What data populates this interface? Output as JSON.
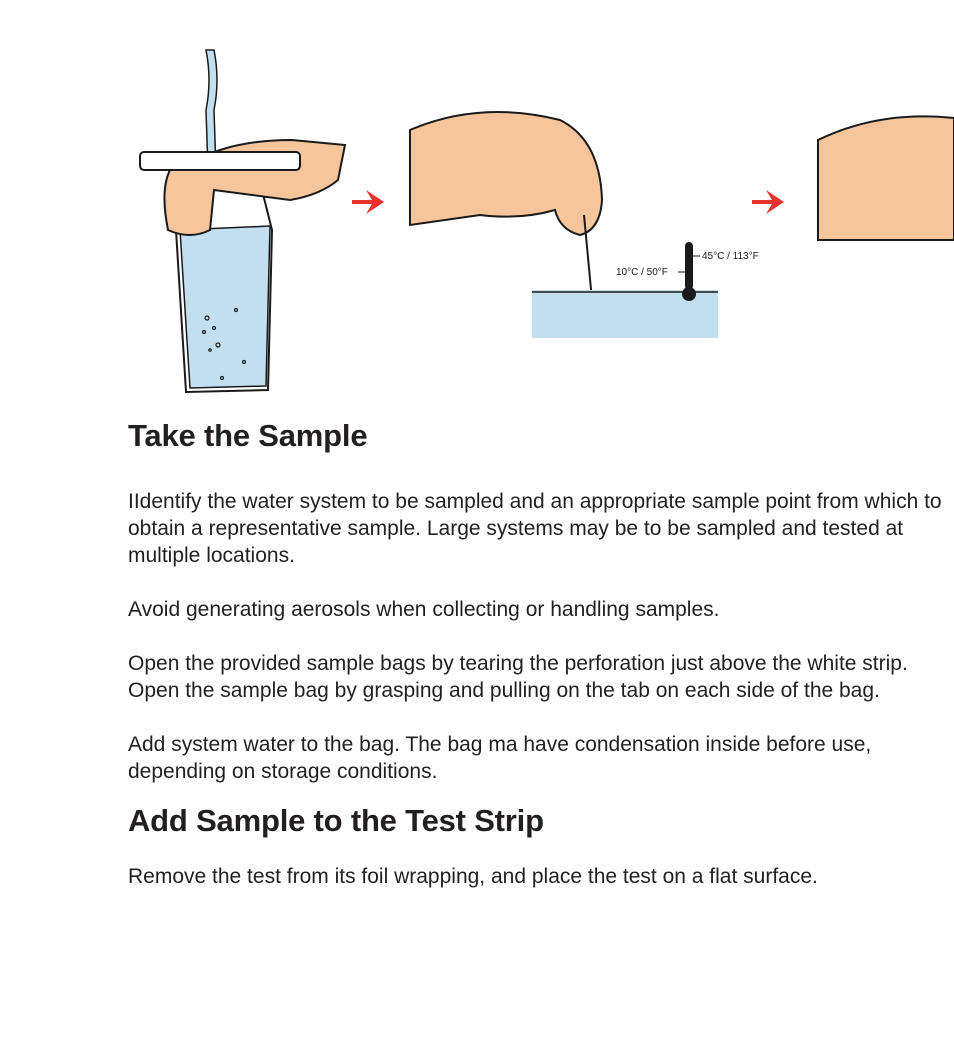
{
  "illustration": {
    "thermometer_high_label": "45°C / 113°F",
    "thermometer_low_label": "10°C / 50°F",
    "colors": {
      "water": "#c2dff0",
      "arrow": "#e8322b",
      "skin": "#f6c59c",
      "outline": "#1a1a1a"
    }
  },
  "section1": {
    "heading": "Take the Sample",
    "paragraphs": [
      "IIdentify the water system to be sampled and an appropriate sample point from which to obtain a representative sample.  Large systems may be to be sampled and tested at multiple locations.",
      "Avoid generating aerosols when collecting or handling samples.",
      "Open the provided sample bags by tearing the perforation just above the white strip.  Open the sample bag by grasping and pulling on the tab on each side of the bag.",
      "Add system water to the bag.  The bag ma have condensation inside before use, depending on storage conditions."
    ]
  },
  "section2": {
    "heading": "Add Sample to the Test Strip",
    "paragraphs": [
      "Remove the test from its foil wrapping, and place the test on a flat surface."
    ]
  }
}
